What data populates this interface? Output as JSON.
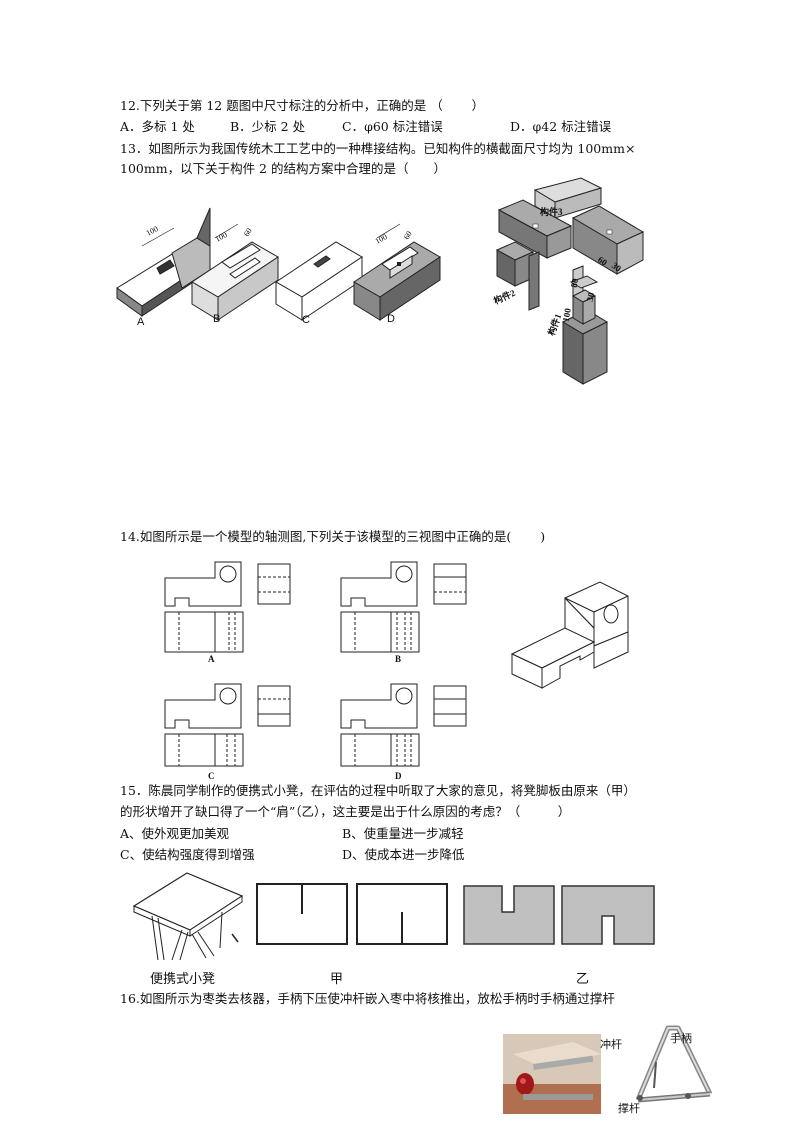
{
  "q12": {
    "stem": "12.下列关于第 12 题图中尺寸标注的分析中，正确的是 （　　 ）",
    "options": [
      "A．多标 1 处",
      "B．少标 2 处",
      "C．φ60 标注错误",
      "D．φ42 标注错误"
    ]
  },
  "q13": {
    "stem_line1": "13．如图所示为我国传统木工工艺中的一种榫接结构。已知构件的横截面尺寸均为 100mm×",
    "stem_line2": "100mm，以下关于构件 2 的结构方案中合理的是（　　）",
    "choice_labels": [
      "A",
      "B",
      "C",
      "D"
    ],
    "dim_labels": [
      "100",
      "100",
      "60",
      "100",
      "60"
    ],
    "part_labels": [
      "构件3",
      "构件2",
      "构件1"
    ],
    "part_dims": [
      "60",
      "80",
      "30",
      "100",
      "30"
    ]
  },
  "q14": {
    "stem": "14.如图所示是一个模型的轴测图,下列关于该模型的三视图中正确的是(　　 )",
    "choice_labels": [
      "A",
      "B",
      "C",
      "D"
    ]
  },
  "q15": {
    "stem_line1": "15．陈晨同学制作的便携式小凳，在评估的过程中听取了大家的意见，将凳脚板由原来（甲）",
    "stem_line2": "的形状增开了缺口得了一个“肩”（乙），这主要是出于什么原因的考虑？（　　　）",
    "options": [
      "A、使外观更加美观",
      "B、使重量进一步减轻",
      "C、使结构强度得到增强",
      "D、使成本进一步降低"
    ],
    "figure_labels": [
      "便携式小凳",
      "甲",
      "乙"
    ]
  },
  "q16": {
    "stem": "16.如图所示为枣类去核器，手柄下压使冲杆嵌入枣中将核推出，放松手柄时手柄通过撑杆",
    "part_labels": [
      "冲杆",
      "手柄",
      "撑杆"
    ]
  }
}
